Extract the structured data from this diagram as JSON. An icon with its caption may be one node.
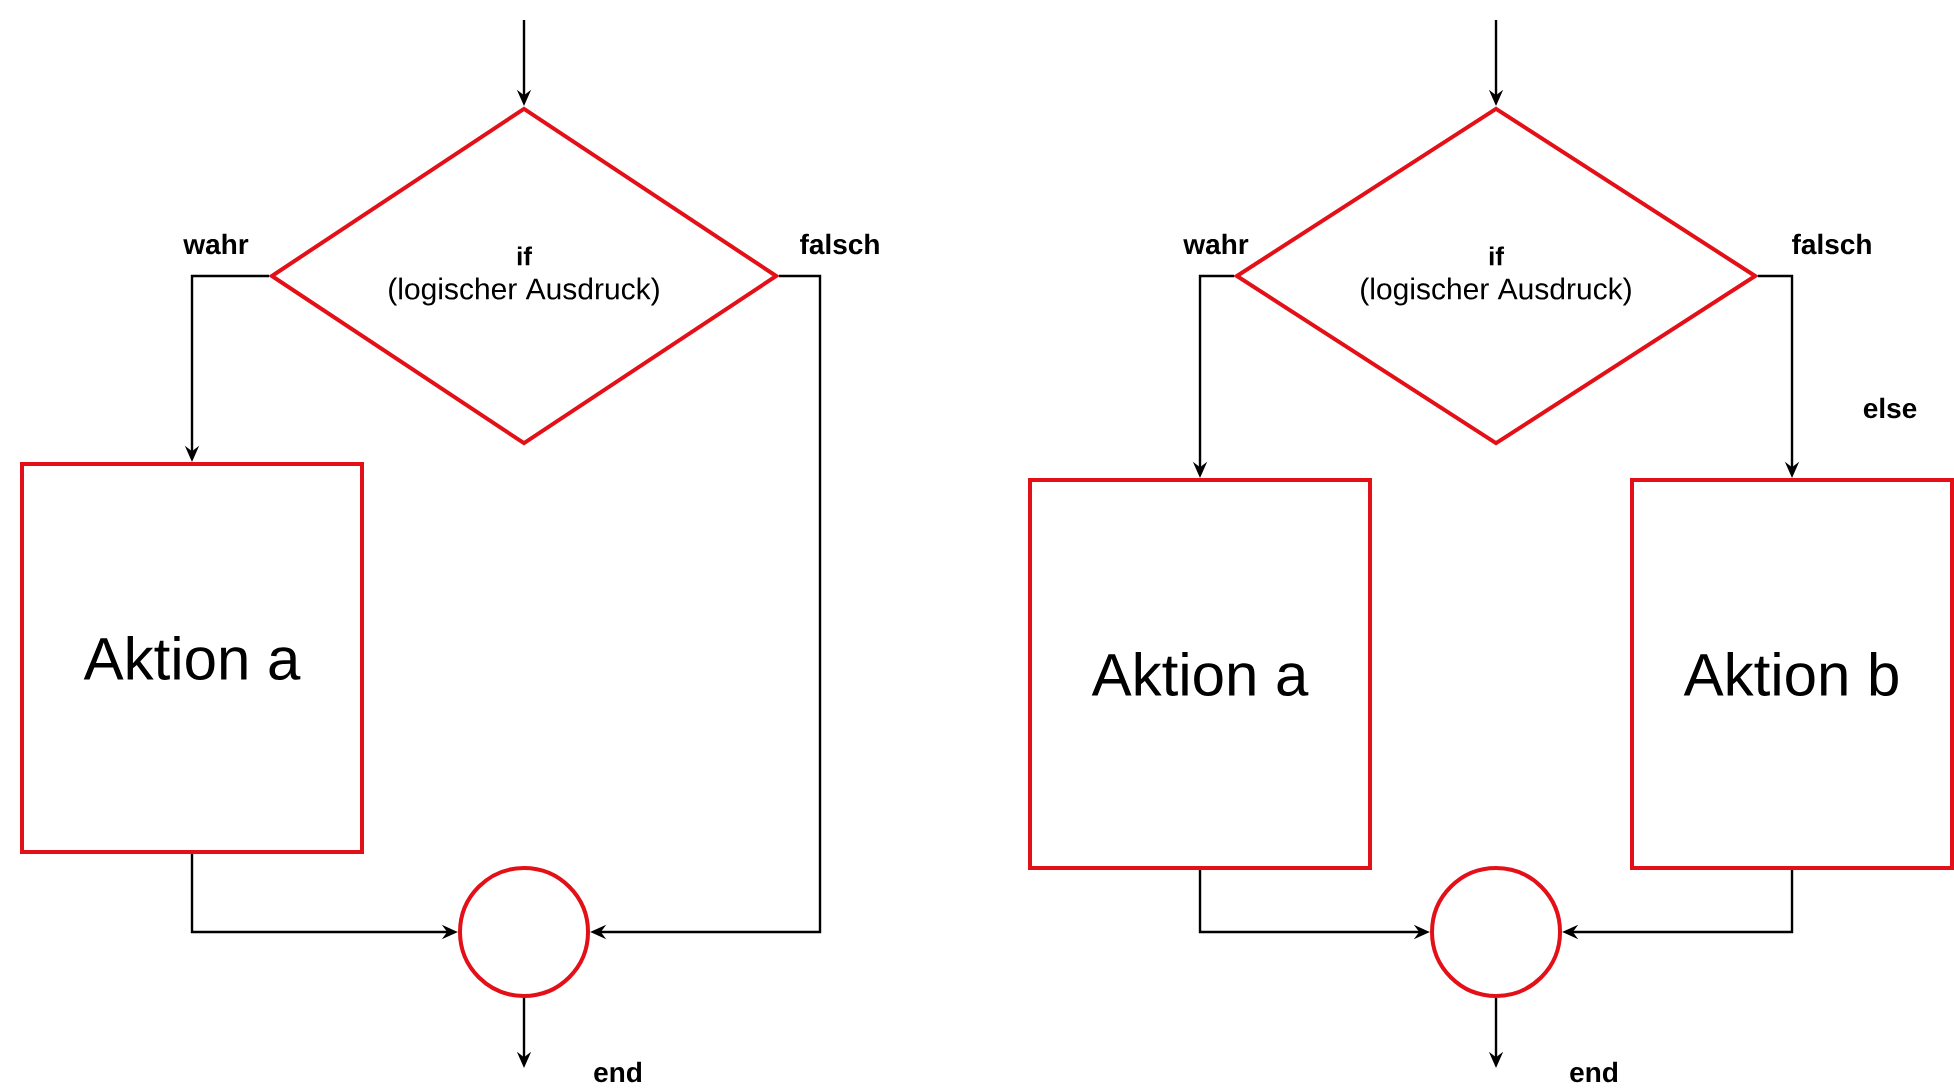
{
  "diagram": {
    "nodes": [
      {
        "text": [
          "if",
          "(logischer Ausdruck)"
        ]
      },
      {
        "text": [
          "Aktion a"
        ]
      },
      {
        "text": [],
        "shape": "circle"
      },
      {
        "text": [
          "if",
          "(logischer Ausdruck)"
        ]
      },
      {
        "text": [
          "Aktion a"
        ]
      },
      {
        "text": [
          "Aktion b"
        ]
      },
      {
        "text": [],
        "shape": "circle"
      }
    ],
    "edges": [
      {
        "from": null,
        "to": 0,
        "arrow": "to"
      },
      {
        "from": 0,
        "to": 1,
        "arrow": "to",
        "label": "wahr"
      },
      {
        "from": 0,
        "to": 2,
        "arrow": "to",
        "label": "falsch"
      },
      {
        "from": 1,
        "to": 2,
        "arrow": "to"
      },
      {
        "from": 2,
        "to": null,
        "arrow": "to",
        "label": "end"
      },
      {
        "from": null,
        "to": 3,
        "arrow": "to"
      },
      {
        "from": 3,
        "to": 4,
        "arrow": "to",
        "label": "wahr"
      },
      {
        "from": 3,
        "to": 5,
        "arrow": "to",
        "label": "falsch"
      },
      {
        "from": 4,
        "to": 6,
        "arrow": "to"
      },
      {
        "from": 5,
        "to": 6,
        "arrow": "to"
      },
      {
        "from": 6,
        "to": null,
        "arrow": "to",
        "label": "end"
      }
    ],
    "labels": [
      "else"
    ]
  }
}
